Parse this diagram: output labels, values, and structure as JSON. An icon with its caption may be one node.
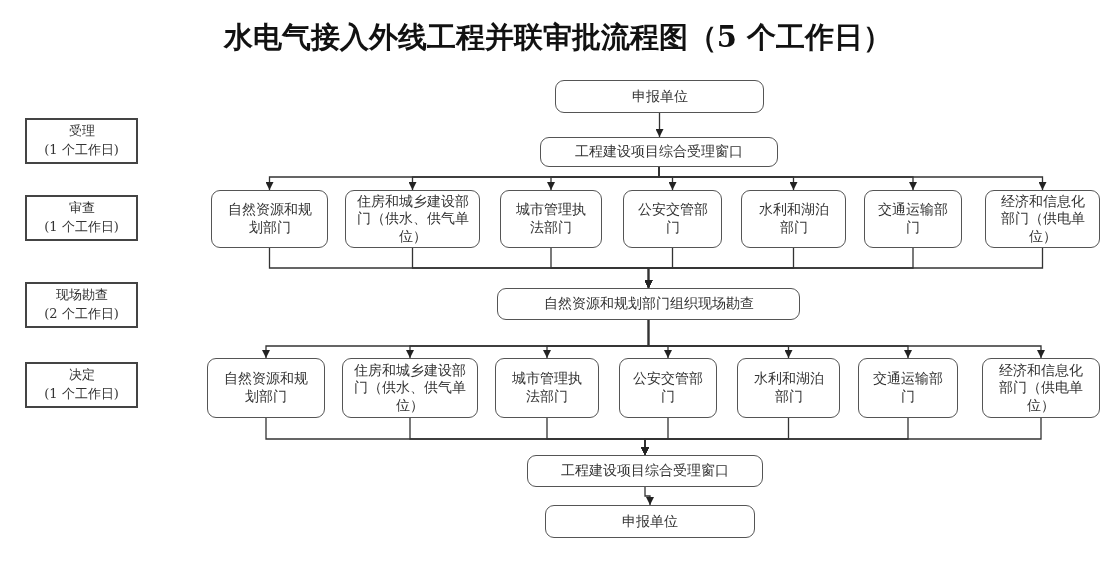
{
  "diagram": {
    "title": "水电气接入外线工程并联审批流程图（5 个工作日）",
    "nodes": [
      {
        "text": [
          "受理",
          "(1 个工作日)"
        ]
      },
      {
        "text": [
          "审查",
          "(1 个工作日)"
        ]
      },
      {
        "text": [
          "现场勘查",
          "(2 个工作日)"
        ]
      },
      {
        "text": [
          "决定",
          "(1 个工作日)"
        ]
      },
      {
        "text": [
          "申报单位"
        ]
      },
      {
        "text": [
          "工程建设项目综合受理窗口"
        ]
      },
      {
        "text": [
          "自然资源和规划部门"
        ]
      },
      {
        "text": [
          "住房和城乡建设部门（供水、供气单位）"
        ]
      },
      {
        "text": [
          "城市管理执法部门"
        ]
      },
      {
        "text": [
          "公安交管部门"
        ]
      },
      {
        "text": [
          "水利和湖泊部门"
        ]
      },
      {
        "text": [
          "交通运输部门"
        ]
      },
      {
        "text": [
          "经济和信息化部门（供电单位）"
        ]
      },
      {
        "text": [
          "自然资源和规划部门组织现场勘查"
        ]
      },
      {
        "text": [
          "自然资源和规划部门"
        ]
      },
      {
        "text": [
          "住房和城乡建设部门（供水、供气单位）"
        ]
      },
      {
        "text": [
          "城市管理执法部门"
        ]
      },
      {
        "text": [
          "公安交管部门"
        ]
      },
      {
        "text": [
          "水利和湖泊部门"
        ]
      },
      {
        "text": [
          "交通运输部门"
        ]
      },
      {
        "text": [
          "经济和信息化部门（供电单位）"
        ]
      },
      {
        "text": [
          "工程建设项目综合受理窗口"
        ]
      },
      {
        "text": [
          "申报单位"
        ]
      }
    ],
    "edges": [
      {
        "from": 4,
        "to": 5,
        "arrow": "to"
      },
      {
        "from": 5,
        "to": 6,
        "arrow": "to"
      },
      {
        "from": 5,
        "to": 7,
        "arrow": "to"
      },
      {
        "from": 5,
        "to": 8,
        "arrow": "to"
      },
      {
        "from": 5,
        "to": 9,
        "arrow": "to"
      },
      {
        "from": 5,
        "to": 10,
        "arrow": "to"
      },
      {
        "from": 5,
        "to": 11,
        "arrow": "to"
      },
      {
        "from": 5,
        "to": 12,
        "arrow": "to"
      },
      {
        "from": 6,
        "to": 13,
        "arrow": "to"
      },
      {
        "from": 7,
        "to": 13,
        "arrow": "to"
      },
      {
        "from": 8,
        "to": 13,
        "arrow": "to"
      },
      {
        "from": 9,
        "to": 13,
        "arrow": "to"
      },
      {
        "from": 10,
        "to": 13,
        "arrow": "to"
      },
      {
        "from": 11,
        "to": 13,
        "arrow": "to"
      },
      {
        "from": 12,
        "to": 13,
        "arrow": "to"
      },
      {
        "from": 13,
        "to": 14,
        "arrow": "to"
      },
      {
        "from": 13,
        "to": 15,
        "arrow": "to"
      },
      {
        "from": 13,
        "to": 16,
        "arrow": "to"
      },
      {
        "from": 13,
        "to": 17,
        "arrow": "to"
      },
      {
        "from": 13,
        "to": 18,
        "arrow": "to"
      },
      {
        "from": 13,
        "to": 19,
        "arrow": "to"
      },
      {
        "from": 13,
        "to": 20,
        "arrow": "to"
      },
      {
        "from": 14,
        "to": 21,
        "arrow": "to"
      },
      {
        "from": 15,
        "to": 21,
        "arrow": "to"
      },
      {
        "from": 16,
        "to": 21,
        "arrow": "to"
      },
      {
        "from": 17,
        "to": 21,
        "arrow": "to"
      },
      {
        "from": 18,
        "to": 21,
        "arrow": "to"
      },
      {
        "from": 19,
        "to": 21,
        "arrow": "to"
      },
      {
        "from": 20,
        "to": 21,
        "arrow": "to"
      },
      {
        "from": 21,
        "to": 22,
        "arrow": "to"
      }
    ]
  }
}
